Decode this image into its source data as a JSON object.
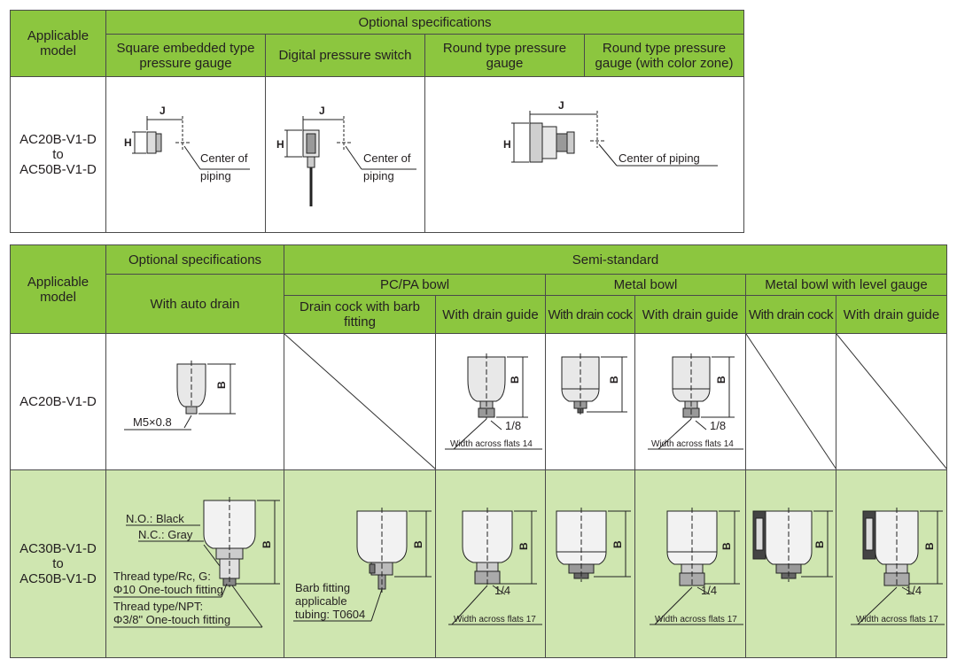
{
  "table1": {
    "applicable_model_header": "Applicable model",
    "optional_specifications_header": "Optional specifications",
    "columns": [
      "Square embedded type pressure gauge",
      "Digital pressure switch",
      "Round type pressure gauge",
      "Round type pressure gauge (with color zone)"
    ],
    "model_line1": "AC20B-V1-D",
    "model_line2": "to",
    "model_line3": "AC50B-V1-D",
    "dim_j": "J",
    "dim_h": "H",
    "center_of_piping_line1": "Center of",
    "center_of_piping_line2": "piping",
    "center_of_piping": "Center of piping"
  },
  "table2": {
    "applicable_model_header": "Applicable model",
    "optional_specifications_header": "Optional specifications",
    "with_auto_drain": "With auto drain",
    "semi_standard_header": "Semi-standard",
    "groups": [
      "PC/PA bowl",
      "Metal bowl",
      "Metal bowl with level gauge"
    ],
    "subcolumns": [
      "Drain cock with barb fitting",
      "With drain guide",
      "With drain cock",
      "With drain guide",
      "With drain cock",
      "With drain guide"
    ],
    "row1_model": "AC20B-V1-D",
    "row2_model_line1": "AC30B-V1-D",
    "row2_model_line2": "to",
    "row2_model_line3": "AC50B-V1-D",
    "dim_b": "B",
    "m5": "M5×0.8",
    "thread_1_8": "1/8",
    "thread_1_4": "1/4",
    "flats_14": "Width across flats 14",
    "flats_17": "Width across flats 17",
    "no_black": "N.O.: Black",
    "nc_gray": "N.C.: Gray",
    "thread_rc_line1": "Thread type/Rc, G:",
    "thread_rc_line2": "Φ10 One-touch fitting",
    "thread_npt_line1": "Thread type/NPT:",
    "thread_npt_line2": "Φ3/8\" One-touch fitting",
    "barb_line1": "Barb fitting",
    "barb_line2": "applicable",
    "barb_line3": "tubing: T0604"
  }
}
